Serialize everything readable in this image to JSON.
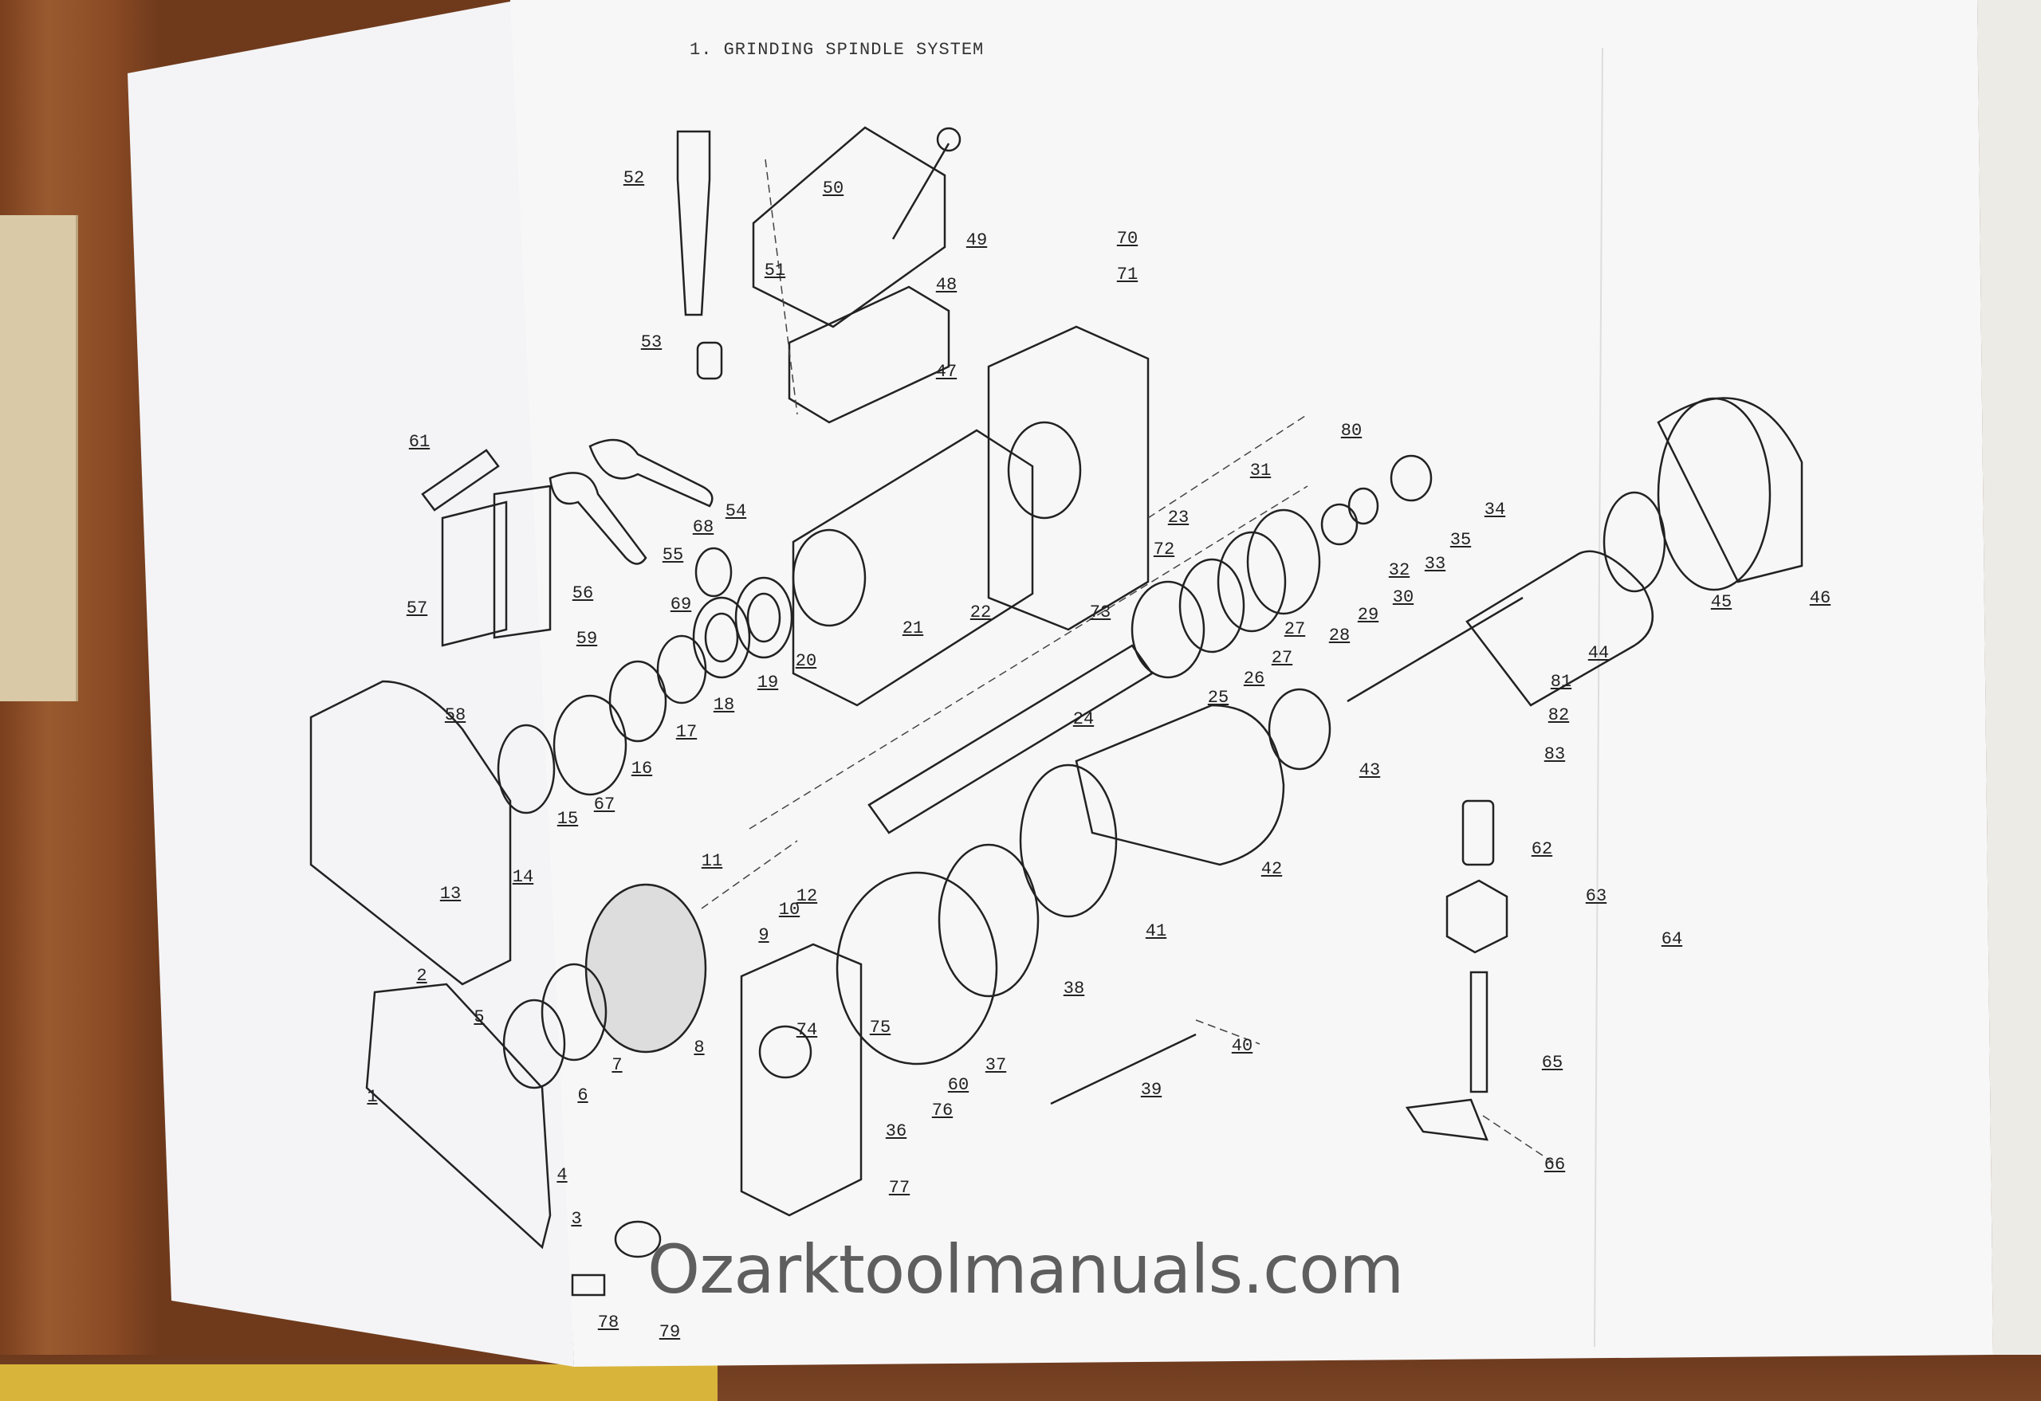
{
  "title": "1. GRINDING SPINDLE SYSTEM",
  "watermark": "Ozarktoolmanuals.com",
  "labels": {
    "52": "52",
    "50": "50",
    "49": "49",
    "51": "51",
    "48": "48",
    "70": "70",
    "71": "71",
    "53": "53",
    "47": "47",
    "61": "61",
    "80": "80",
    "31": "31",
    "34": "34",
    "54": "54",
    "35": "35",
    "68": "68",
    "23": "23",
    "72": "72",
    "33": "33",
    "32": "32",
    "55": "55",
    "30": "30",
    "29": "29",
    "56": "56",
    "73": "73",
    "69": "69",
    "22": "22",
    "28": "28",
    "27a": "27",
    "27b": "27",
    "45": "45",
    "46": "46",
    "57": "57",
    "21": "21",
    "59": "59",
    "20": "20",
    "19": "19",
    "26": "26",
    "44": "44",
    "25": "25",
    "81": "81",
    "18": "18",
    "58": "58",
    "24": "24",
    "82": "82",
    "17": "17",
    "16": "16",
    "43": "43",
    "83": "83",
    "15": "15",
    "67": "67",
    "62": "62",
    "42": "42",
    "11": "11",
    "14": "14",
    "12": "12",
    "63": "63",
    "13": "13",
    "10": "10",
    "9": "9",
    "41": "41",
    "64": "64",
    "2": "2",
    "38": "38",
    "5": "5",
    "75": "75",
    "74": "74",
    "40": "40",
    "8": "8",
    "7": "7",
    "37": "37",
    "65": "65",
    "6": "6",
    "60": "60",
    "39": "39",
    "76": "76",
    "1": "1",
    "36": "36",
    "66": "66",
    "4": "4",
    "77": "77",
    "3": "3",
    "79": "79",
    "78": "78"
  }
}
